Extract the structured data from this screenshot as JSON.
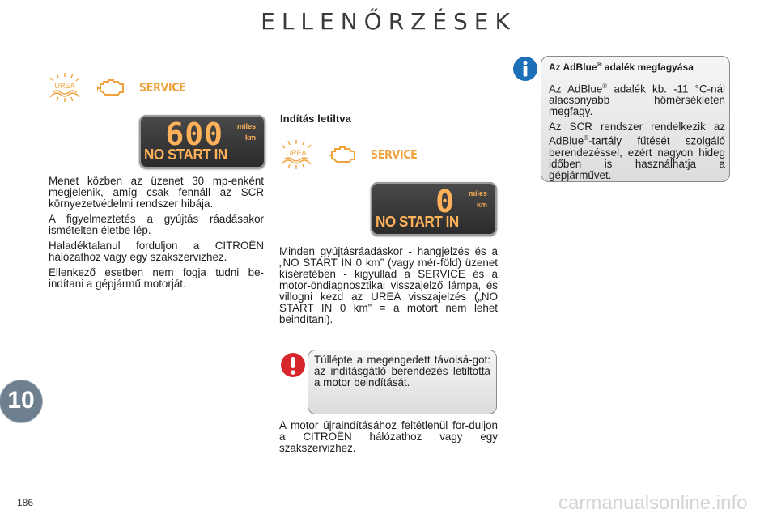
{
  "header": {
    "title": "ELLENŐRZÉSEK"
  },
  "warning_icons": {
    "urea_label": "UREA",
    "service_label": "SERVICE"
  },
  "display_left": {
    "value": "600",
    "unit1": "miles",
    "unit2": "km",
    "message": "NO START IN"
  },
  "display_center": {
    "value": "0",
    "unit1": "miles",
    "unit2": "km",
    "message": "NO START IN"
  },
  "left_column": {
    "p1": "Menet közben az üzenet 30 mp-enként megjelenik, amíg csak fennáll az SCR környezetvédelmi rendszer hibája.",
    "p2": "A figyelmeztetés a gyújtás ráadásakor ismételten életbe lép.",
    "p3": "Haladéktalanul forduljon a CITROËN hálózathoz vagy egy szakszervizhez.",
    "p4": "Ellenkező esetben nem fogja tudni be-indítani a gépjármű motorját."
  },
  "center_column": {
    "heading": "Indítás letiltva",
    "p1": "Minden gyújtásráadáskor - hangjelzés és a „NO START IN 0 km” (vagy mér-föld) üzenet kíséretében - kigyullad a SERVICE és a motor-öndiagnosztikai visszajelző lámpa, és villogni kezd az UREA visszajelzés („NO START IN 0 km” = a motort nem lehet beindítani).",
    "alert_box": "Túllépte a megengedett távolsá-got: az indításgátló berendezés letiltotta a motor beindítását.",
    "p2": "A motor újraindításához feltétlenül for-duljon a CITROËN hálózathoz vagy egy szakszervizhez."
  },
  "info_box": {
    "heading_pre": "Az AdBlue",
    "heading_reg": "®",
    "heading_post": " adalék megfagyása",
    "p1_pre": "Az AdBlue",
    "p1_reg": "®",
    "p1_post": " adalék kb. -11 °C-nál alacsonyabb hőmérsékleten megfagy.",
    "p2_pre": "Az SCR rendszer rendelkezik az AdBlue",
    "p2_reg": "®",
    "p2_post": "-tartály fűtését szolgáló berendezéssel, ezért nagyon hideg időben is használhatja a gépjárművet."
  },
  "side_tab": {
    "label": "10"
  },
  "footer": {
    "page_number": "186",
    "watermark": "carmanualsonline.info"
  },
  "colors": {
    "accent_orange": "#f0a23c",
    "info_blue": "#1d6fb8",
    "alert_red": "#d7262c",
    "tab_gray": "#6e7f8f"
  }
}
